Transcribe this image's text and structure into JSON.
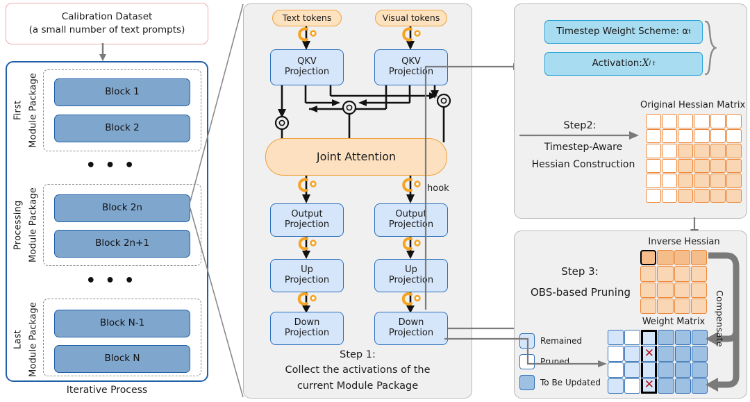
{
  "left": {
    "calibration": {
      "line1": "Calibration Dataset",
      "line2": "(a small number of text prompts)"
    },
    "groups": [
      {
        "label_a": "First",
        "label_b": "Module Package",
        "blocks": [
          "Block 1",
          "Block 2"
        ]
      },
      {
        "label_a": "Processing",
        "label_b": "Module Package",
        "blocks": [
          "Block 2n",
          "Block 2n+1"
        ]
      },
      {
        "label_a": "Last",
        "label_b": "Module Package",
        "blocks": [
          "Block N-1",
          "Block N"
        ]
      }
    ],
    "ellipsis": "• • •",
    "footer": "Iterative Process"
  },
  "middle": {
    "text_tokens": "Text tokens",
    "visual_tokens": "Visual tokens",
    "qkv": "QKV\nProjection",
    "qkv_l1": "QKV",
    "qkv_l2": "Projection",
    "joint_attention": "Joint Attention",
    "hook_label": "hook",
    "out_l1": "Output",
    "out_l2": "Projection",
    "up_l1": "Up",
    "up_l2": "Projection",
    "down_l1": "Down",
    "down_l2": "Projection",
    "step_title": "Step 1:",
    "step_line1": "Collect the activations of the",
    "step_line2": "current Module Package"
  },
  "step2": {
    "timestep_weight": "Timestep Weight Scheme: α",
    "timestep_weight_sub": "t",
    "activation": "Activation: ",
    "activation_var": "X",
    "activation_sub": "l t",
    "step_label": "Step2:",
    "line1": "Timestep-Aware",
    "line2": "Hessian Construction",
    "matrix_caption": "Original Hessian Matrix"
  },
  "step3": {
    "title": "Step 3:",
    "subtitle": "OBS-based Pruning",
    "inverse_hessian_caption": "Inverse Hessian",
    "weight_matrix_caption": "Weight Matrix",
    "compensate": "Compensate",
    "legend": [
      {
        "label": "Remained",
        "color": "#d6e6fa"
      },
      {
        "label": "Pruned",
        "color": "#ffffff"
      },
      {
        "label": "To Be Updated",
        "color": "#9dc0e3"
      }
    ]
  },
  "colors": {
    "panel_bg": "#f0f0f0",
    "panel_border": "#b9b9b9",
    "blue_block": "#7fa6cd",
    "blue_border": "#1f5fa8",
    "proj_fill": "#d6e6fa",
    "orange_fill": "#fce0c0",
    "orange_border": "#f0a13c",
    "cyan_fill": "#a8dcf0",
    "cyan_border": "#28a3d6",
    "hessian_dark": "#f5bd8a",
    "hessian_light": "#fad7b4",
    "hessian_border": "#ef8636",
    "weight_light": "#d6e6fa",
    "weight_dark": "#9dc0e3",
    "weight_white": "#ffffff",
    "arrow_gray": "#7a7a7a",
    "cross_red": "#b01818",
    "calib_border": "#f0a9a9"
  },
  "chart_data": {
    "type": "heatmap",
    "title": "Original Hessian Matrix",
    "rows": 6,
    "cols": 6,
    "values": [
      [
        0,
        0,
        0,
        0,
        0,
        0
      ],
      [
        0,
        0,
        0,
        0,
        0,
        0
      ],
      [
        0,
        0,
        1,
        1,
        1,
        1
      ],
      [
        0,
        0,
        1,
        1,
        1,
        1
      ],
      [
        0,
        0,
        1,
        1,
        1,
        1
      ],
      [
        0,
        0,
        1,
        1,
        1,
        1
      ]
    ],
    "legend": [
      "empty",
      "filled"
    ]
  },
  "inverse_hessian_grid": {
    "rows": 4,
    "cols": 4,
    "values": [
      [
        "dark",
        "dark",
        "dark",
        "dark"
      ],
      [
        "light",
        "light",
        "light",
        "light"
      ],
      [
        "light",
        "light",
        "light",
        "light"
      ],
      [
        "light",
        "light",
        "light",
        "light"
      ]
    ],
    "highlight_cell": [
      0,
      0
    ]
  },
  "weight_matrix_grid": {
    "rows": 4,
    "cols": 6,
    "values": [
      [
        "light",
        "white",
        "light",
        "dark",
        "dark",
        "dark"
      ],
      [
        "white",
        "light",
        "pruned",
        "dark",
        "dark",
        "dark"
      ],
      [
        "white",
        "light",
        "light",
        "dark",
        "dark",
        "dark"
      ],
      [
        "light",
        "white",
        "pruned",
        "dark",
        "dark",
        "dark"
      ]
    ],
    "highlight_column": 2,
    "pruned_marker": "✕"
  }
}
